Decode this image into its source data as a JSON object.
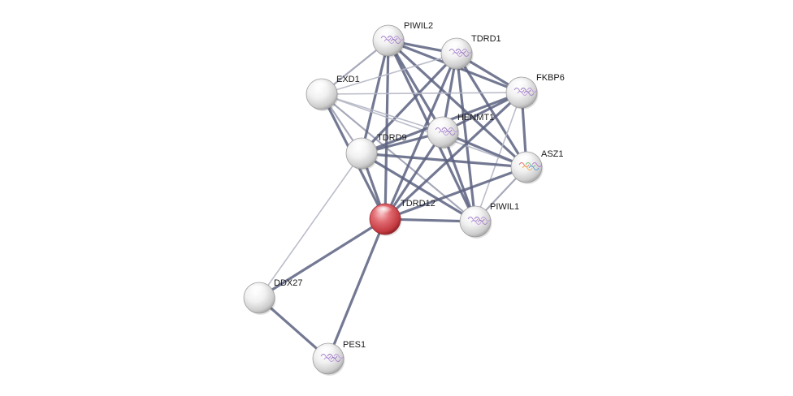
{
  "network": {
    "query_protein": "TDRD12",
    "colors": {
      "query_node": "#d9545a",
      "node": "#e6e6e6",
      "edge_strong": "#5c6280",
      "edge_weak": "#b4b6c4"
    },
    "nodes": [
      {
        "id": "PIWIL2",
        "label": "PIWIL2",
        "query": false,
        "structure": true
      },
      {
        "id": "TDRD1",
        "label": "TDRD1",
        "query": false,
        "structure": true
      },
      {
        "id": "EXD1",
        "label": "EXD1",
        "query": false,
        "structure": false
      },
      {
        "id": "FKBP6",
        "label": "FKBP6",
        "query": false,
        "structure": true
      },
      {
        "id": "HENMT1",
        "label": "HENMT1",
        "query": false,
        "structure": true
      },
      {
        "id": "TDRD9",
        "label": "TDRD9",
        "query": false,
        "structure": false
      },
      {
        "id": "ASZ1",
        "label": "ASZ1",
        "query": false,
        "structure": true
      },
      {
        "id": "TDRD12",
        "label": "TDRD12",
        "query": true,
        "structure": false
      },
      {
        "id": "PIWIL1",
        "label": "PIWIL1",
        "query": false,
        "structure": true
      },
      {
        "id": "DDX27",
        "label": "DDX27",
        "query": false,
        "structure": false
      },
      {
        "id": "PES1",
        "label": "PES1",
        "query": false,
        "structure": true
      }
    ],
    "edges": [
      {
        "source": "PIWIL2",
        "target": "TDRD1",
        "strength": "strong"
      },
      {
        "source": "PIWIL2",
        "target": "EXD1",
        "strength": "medium"
      },
      {
        "source": "PIWIL2",
        "target": "FKBP6",
        "strength": "strong"
      },
      {
        "source": "PIWIL2",
        "target": "HENMT1",
        "strength": "strong"
      },
      {
        "source": "PIWIL2",
        "target": "TDRD9",
        "strength": "strong"
      },
      {
        "source": "PIWIL2",
        "target": "ASZ1",
        "strength": "strong"
      },
      {
        "source": "PIWIL2",
        "target": "TDRD12",
        "strength": "strong"
      },
      {
        "source": "PIWIL2",
        "target": "PIWIL1",
        "strength": "strong"
      },
      {
        "source": "TDRD1",
        "target": "EXD1",
        "strength": "weak"
      },
      {
        "source": "TDRD1",
        "target": "FKBP6",
        "strength": "strong"
      },
      {
        "source": "TDRD1",
        "target": "HENMT1",
        "strength": "strong"
      },
      {
        "source": "TDRD1",
        "target": "TDRD9",
        "strength": "strong"
      },
      {
        "source": "TDRD1",
        "target": "ASZ1",
        "strength": "strong"
      },
      {
        "source": "TDRD1",
        "target": "TDRD12",
        "strength": "strong"
      },
      {
        "source": "TDRD1",
        "target": "PIWIL1",
        "strength": "strong"
      },
      {
        "source": "EXD1",
        "target": "FKBP6",
        "strength": "weak"
      },
      {
        "source": "EXD1",
        "target": "HENMT1",
        "strength": "weak"
      },
      {
        "source": "EXD1",
        "target": "TDRD9",
        "strength": "medium"
      },
      {
        "source": "EXD1",
        "target": "ASZ1",
        "strength": "weak"
      },
      {
        "source": "EXD1",
        "target": "TDRD12",
        "strength": "strong"
      },
      {
        "source": "EXD1",
        "target": "PIWIL1",
        "strength": "medium"
      },
      {
        "source": "FKBP6",
        "target": "HENMT1",
        "strength": "strong"
      },
      {
        "source": "FKBP6",
        "target": "TDRD9",
        "strength": "strong"
      },
      {
        "source": "FKBP6",
        "target": "ASZ1",
        "strength": "strong"
      },
      {
        "source": "FKBP6",
        "target": "TDRD12",
        "strength": "strong"
      },
      {
        "source": "FKBP6",
        "target": "PIWIL1",
        "strength": "weak"
      },
      {
        "source": "HENMT1",
        "target": "TDRD9",
        "strength": "strong"
      },
      {
        "source": "HENMT1",
        "target": "ASZ1",
        "strength": "strong"
      },
      {
        "source": "HENMT1",
        "target": "TDRD12",
        "strength": "strong"
      },
      {
        "source": "HENMT1",
        "target": "PIWIL1",
        "strength": "strong"
      },
      {
        "source": "TDRD9",
        "target": "ASZ1",
        "strength": "strong"
      },
      {
        "source": "TDRD9",
        "target": "TDRD12",
        "strength": "strong"
      },
      {
        "source": "TDRD9",
        "target": "PIWIL1",
        "strength": "strong"
      },
      {
        "source": "TDRD9",
        "target": "DDX27",
        "strength": "weak"
      },
      {
        "source": "ASZ1",
        "target": "TDRD12",
        "strength": "strong"
      },
      {
        "source": "ASZ1",
        "target": "PIWIL1",
        "strength": "medium"
      },
      {
        "source": "TDRD12",
        "target": "PIWIL1",
        "strength": "strong"
      },
      {
        "source": "TDRD12",
        "target": "DDX27",
        "strength": "strong"
      },
      {
        "source": "TDRD12",
        "target": "PES1",
        "strength": "strong"
      },
      {
        "source": "DDX27",
        "target": "PES1",
        "strength": "strong"
      }
    ]
  }
}
